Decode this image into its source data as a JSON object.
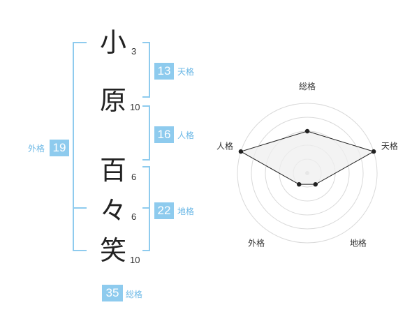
{
  "name": {
    "chars": [
      {
        "char": "小",
        "strokes": "3"
      },
      {
        "char": "原",
        "strokes": "10"
      },
      {
        "char": "百",
        "strokes": "6"
      },
      {
        "char": "々",
        "strokes": "6"
      },
      {
        "char": "笑",
        "strokes": "10"
      }
    ]
  },
  "fortunes": {
    "tenkaku": {
      "label": "天格",
      "value": "13"
    },
    "jinkaku": {
      "label": "人格",
      "value": "16"
    },
    "chikaku": {
      "label": "地格",
      "value": "22"
    },
    "gaikaku": {
      "label": "外格",
      "value": "19"
    },
    "soukaku": {
      "label": "総格",
      "value": "35"
    }
  },
  "colors": {
    "accent": "#8ecbee",
    "accent_text": "#6cb8e6",
    "radar_fill": "#efefef",
    "radar_line": "#222222",
    "grid": "#d9d9d9"
  },
  "chart_data": {
    "type": "radar",
    "axes": [
      "総格",
      "天格",
      "地格",
      "外格",
      "人格"
    ],
    "values": [
      3,
      5,
      1,
      1,
      5
    ],
    "max": 5,
    "rings": 5
  }
}
